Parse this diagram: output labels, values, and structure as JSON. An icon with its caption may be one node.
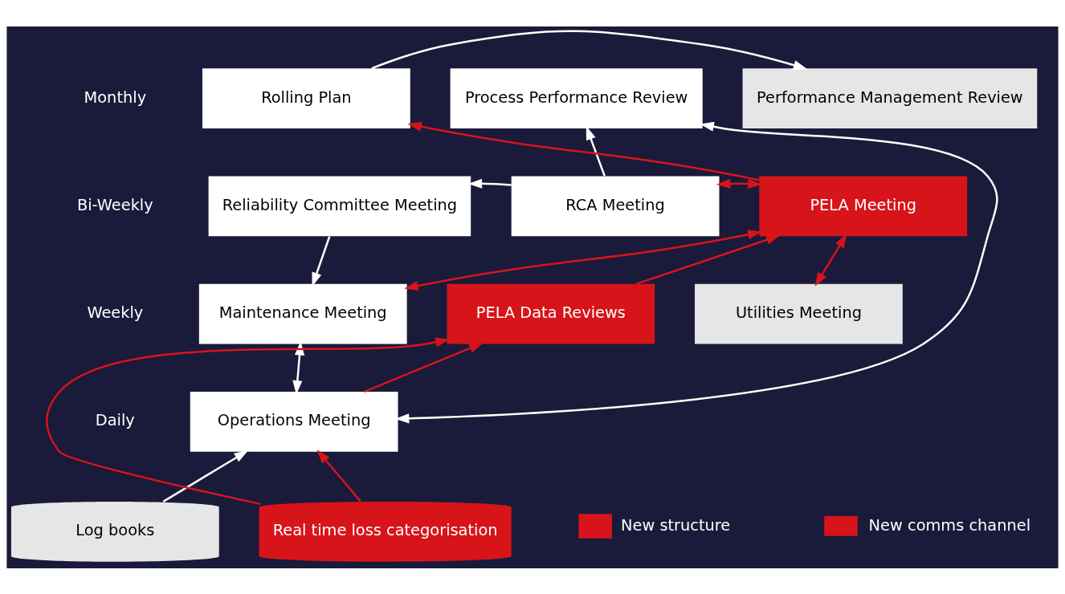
{
  "diagram": {
    "nodes": [
      {
        "text": [
          "Rolling Plan"
        ]
      },
      {
        "text": [
          "Process Performance Review"
        ]
      },
      {
        "text": [
          "Performance Management Review"
        ]
      },
      {
        "text": [
          "Reliability Committee Meeting"
        ]
      },
      {
        "text": [
          "RCA Meeting"
        ]
      },
      {
        "text": [
          "PELA Meeting"
        ]
      },
      {
        "text": [
          "Maintenance Meeting"
        ]
      },
      {
        "text": [
          "PELA Data Reviews"
        ]
      },
      {
        "text": [
          "Utilities Meeting"
        ]
      },
      {
        "text": [
          "Operations Meeting"
        ]
      },
      {
        "text": [
          "Log books"
        ]
      },
      {
        "text": [
          "Real time loss categorisation"
        ]
      }
    ],
    "edges": [
      {
        "from": 0,
        "to": 2,
        "arrow": "to",
        "color": "#ffffff"
      },
      {
        "from": 9,
        "to": 1,
        "arrow": "both",
        "color": "#ffffff"
      },
      {
        "from": 4,
        "to": 1,
        "arrow": "to",
        "color": "#ffffff"
      },
      {
        "from": 4,
        "to": 3,
        "arrow": "to",
        "color": "#ffffff"
      },
      {
        "from": 4,
        "to": 5,
        "arrow": "both"
      },
      {
        "from": 5,
        "to": 0,
        "arrow": "to"
      },
      {
        "from": 3,
        "to": 6,
        "arrow": "to",
        "color": "#ffffff"
      },
      {
        "from": 6,
        "to": 5,
        "arrow": "both"
      },
      {
        "from": 5,
        "to": 8,
        "arrow": "both"
      },
      {
        "from": 7,
        "to": 5,
        "arrow": "to"
      },
      {
        "from": 6,
        "to": 9,
        "arrow": "both",
        "color": "#ffffff"
      },
      {
        "from": 9,
        "to": 7,
        "arrow": "to"
      },
      {
        "from": 11,
        "to": 7,
        "arrow": "to"
      },
      {
        "from": 11,
        "to": 9,
        "arrow": "to"
      },
      {
        "from": 10,
        "to": 9,
        "arrow": "to",
        "color": "#ffffff"
      }
    ],
    "labels": [
      "Monthly",
      "Bi-Weekly",
      "Weekly",
      "Daily"
    ],
    "legend": [
      {
        "text": "New structure",
        "color": "#d7141a"
      },
      {
        "text": "New comms channel"
      }
    ]
  }
}
